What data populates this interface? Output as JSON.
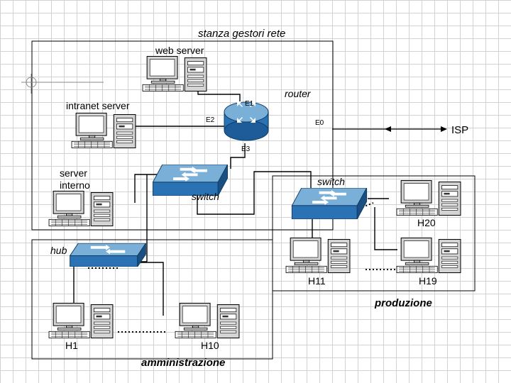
{
  "zones": {
    "stanza": "stanza gestori rete",
    "produzione": "produzione",
    "amministrazione": "amministrazione"
  },
  "devices": {
    "web_server": "web server",
    "router": "router",
    "intranet_server": "intranet server",
    "server_interno": "server\ninterno",
    "switch_center": "switch",
    "switch_right": "switch",
    "hub": "hub",
    "isp": "ISP"
  },
  "interfaces": {
    "e0": "E0",
    "e1": "E1",
    "e2": "E2",
    "e3": "E3"
  },
  "hosts": {
    "h1": "H1",
    "h10": "H10",
    "h11": "H11",
    "h19": "H19",
    "h20": "H20"
  }
}
